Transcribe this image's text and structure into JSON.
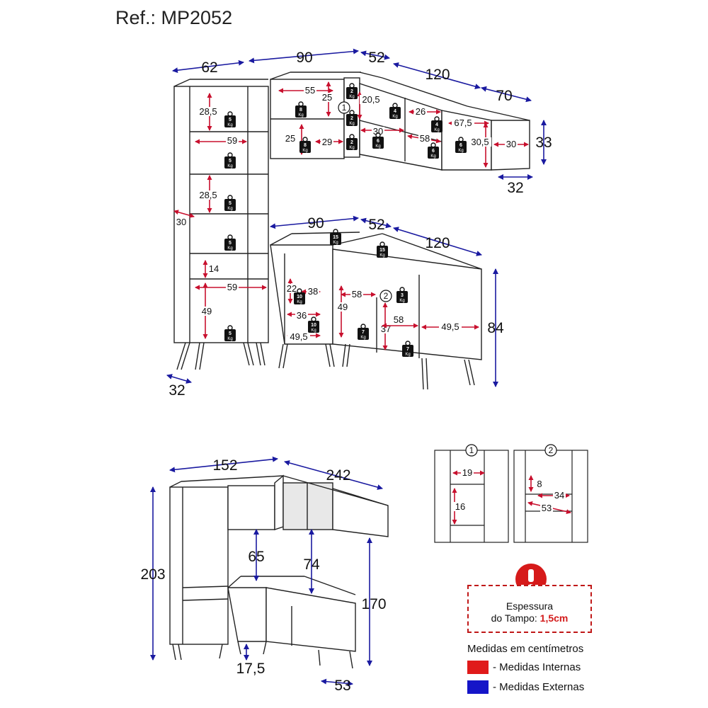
{
  "reference": "Ref.: MP2052",
  "upper_module": {
    "external": [
      "62",
      "90",
      "52",
      "120",
      "70",
      "33",
      "32"
    ],
    "internal": [
      "28,5",
      "59",
      "28,5",
      "30",
      "14",
      "59",
      "49",
      "55",
      "25",
      "25",
      "29",
      "20,5",
      "26",
      "30",
      "58",
      "67,5",
      "30,5",
      "30"
    ],
    "callout_1": "1",
    "weights": [
      "5",
      "5",
      "5",
      "5",
      "5",
      "8",
      "8",
      "2",
      "2",
      "2",
      "4",
      "4",
      "6",
      "6",
      "6"
    ]
  },
  "lower_module": {
    "external": [
      "90",
      "52",
      "120",
      "84",
      "32"
    ],
    "internal": [
      "22",
      "38",
      "36",
      "49,5",
      "58",
      "49",
      "37",
      "58",
      "49,5"
    ],
    "callout_2": "2",
    "weights": [
      "15",
      "15",
      "10",
      "10",
      "7",
      "3",
      "7"
    ]
  },
  "overview": {
    "external": [
      "152",
      "242",
      "203",
      "65",
      "74",
      "170",
      "17,5",
      "53"
    ]
  },
  "detail_1": {
    "callout": "1",
    "internal": [
      "19",
      "16"
    ]
  },
  "detail_2": {
    "callout": "2",
    "internal": [
      "8",
      "34",
      "53"
    ]
  },
  "weight_unit": "Kg",
  "warning": {
    "line1": "Espessura",
    "line2_prefix": "do Tampo: ",
    "line2_value": "1,5cm",
    "icon": "exclamation-icon"
  },
  "legend": {
    "title": "Medidas em centímetros",
    "items": [
      {
        "label": "- Medidas Internas",
        "color": "#e01a1a"
      },
      {
        "label": "- Medidas Externas",
        "color": "#1515c8"
      }
    ]
  },
  "colors": {
    "internal": "#c8102e",
    "external": "#1a1aa0",
    "line": "#222222",
    "warning": "#c01818"
  }
}
